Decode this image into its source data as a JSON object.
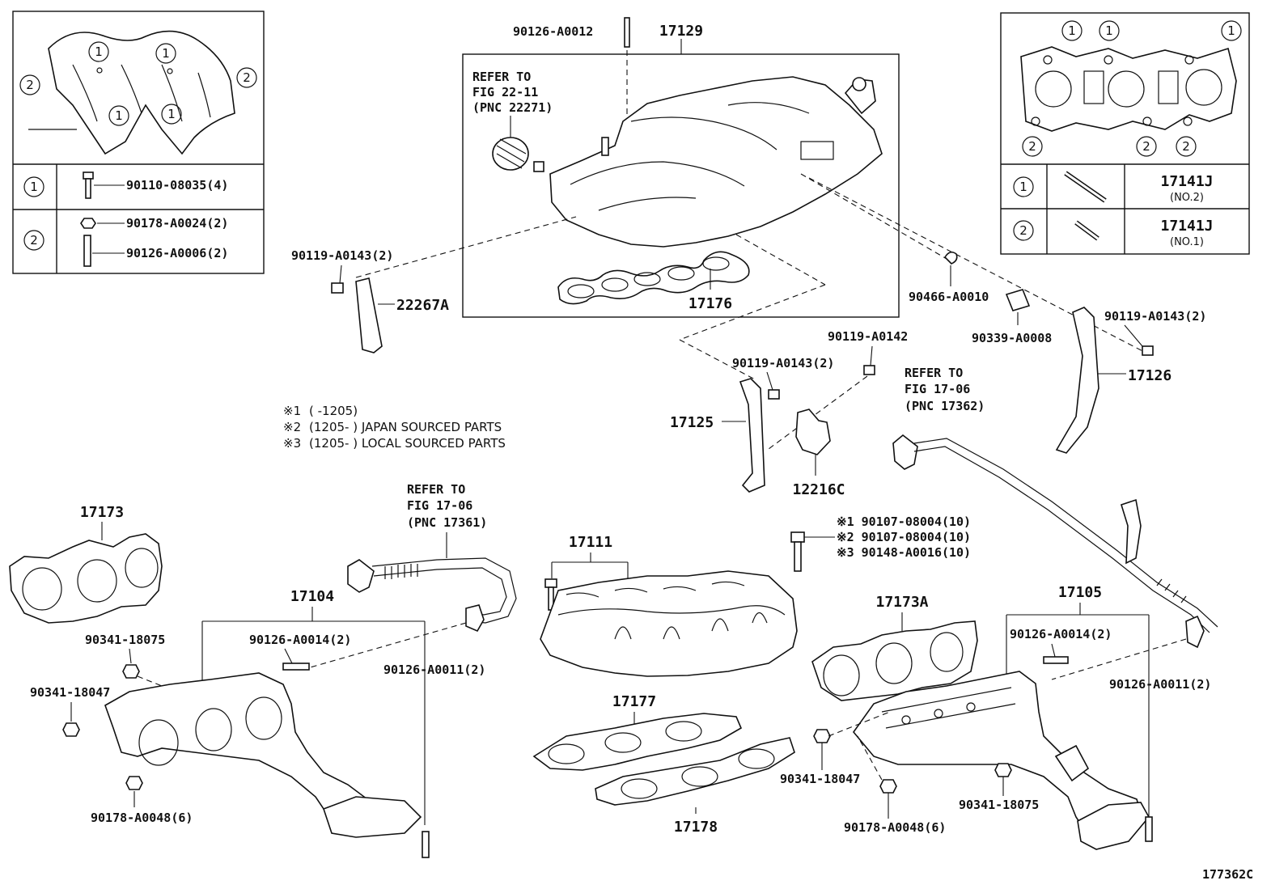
{
  "diagram_id": "177362C",
  "notes": [
    {
      "mark": "※1",
      "text": "(        -1205)"
    },
    {
      "mark": "※2",
      "text": "(1205-        ) JAPAN SOURCED PARTS"
    },
    {
      "mark": "※3",
      "text": "(1205-        ) LOCAL SOURCED PARTS"
    }
  ],
  "inset_left": {
    "rows": [
      {
        "key": "1",
        "parts": [
          "90110-08035(4)"
        ]
      },
      {
        "key": "2",
        "parts": [
          "90178-A0024(2)",
          "90126-A0006(2)"
        ]
      }
    ]
  },
  "inset_right": {
    "rows": [
      {
        "key": "1",
        "part": "17141J",
        "sub": "(NO.2)"
      },
      {
        "key": "2",
        "part": "17141J",
        "sub": "(NO.1)"
      }
    ]
  },
  "refs": {
    "r1": [
      "REFER TO",
      "FIG 22-11",
      "(PNC 22271)"
    ],
    "r2": [
      "REFER TO",
      "FIG 17-06",
      "(PNC 17362)"
    ],
    "r3": [
      "REFER TO",
      "FIG 17-06",
      "(PNC 17361)"
    ]
  },
  "labels": {
    "p90126_A0012": "90126-A0012",
    "p17129": "17129",
    "p90119_A0143_a": "90119-A0143(2)",
    "p22267A": "22267A",
    "p17176": "17176",
    "p90466_A0010": "90466-A0010",
    "p90339_A0008": "90339-A0008",
    "p90119_A0143_b": "90119-A0143(2)",
    "p17126": "17126",
    "p90119_A0142": "90119-A0142",
    "p90119_A0143_c": "90119-A0143(2)",
    "p17125": "17125",
    "p12216C": "12216C",
    "p17173": "17173",
    "p17104": "17104",
    "p90341_18075_a": "90341-18075",
    "p90126_A0014_a": "90126-A0014(2)",
    "p90126_A0011_a": "90126-A0011(2)",
    "p90341_18047_a": "90341-18047",
    "p90178_A0048_a": "90178-A0048(6)",
    "p17111": "17111",
    "bolt_1": "※1 90107-08004(10)",
    "bolt_2": "※2 90107-08004(10)",
    "bolt_3": "※3 90148-A0016(10)",
    "p17177": "17177",
    "p17178": "17178",
    "p17173A": "17173A",
    "p17105": "17105",
    "p90126_A0014_b": "90126-A0014(2)",
    "p90126_A0011_b": "90126-A0011(2)",
    "p90341_18047_b": "90341-18047",
    "p90341_18075_b": "90341-18075",
    "p90178_A0048_b": "90178-A0048(6)"
  }
}
